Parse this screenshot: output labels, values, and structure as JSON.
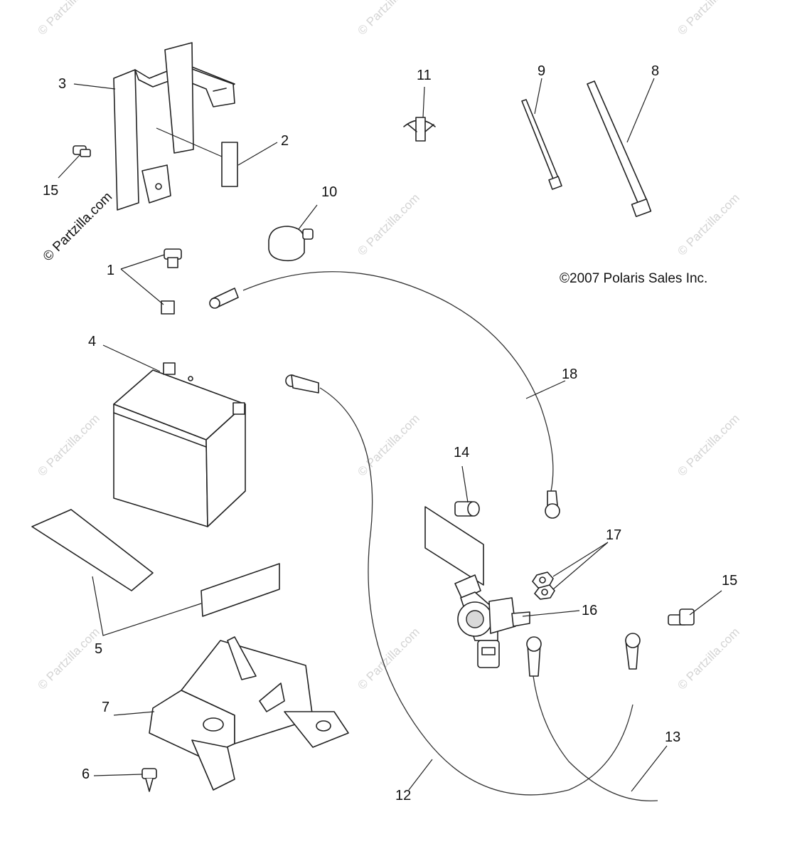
{
  "copyright": "©2007 Polaris Sales Inc.",
  "watermark": {
    "text": "© Partzilla.com",
    "prominent_text": "© Partzilla.com"
  },
  "callouts": {
    "c1": "1",
    "c2": "2",
    "c3": "3",
    "c4": "4",
    "c5": "5",
    "c6": "6",
    "c7": "7",
    "c8": "8",
    "c9": "9",
    "c10": "10",
    "c11": "11",
    "c12": "12",
    "c13": "13",
    "c14": "14",
    "c15a": "15",
    "c15b": "15",
    "c16": "16",
    "c17": "17",
    "c18": "18"
  },
  "colors": {
    "line": "#222222",
    "watermark": "#d4d4d4",
    "background": "#ffffff"
  }
}
